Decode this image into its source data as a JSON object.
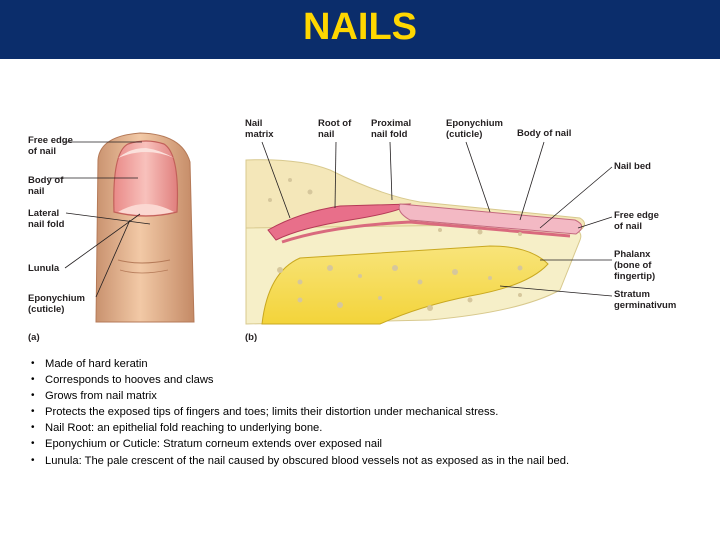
{
  "title": "NAILS",
  "figure": {
    "panel_a": {
      "caption": "(a)",
      "labels": {
        "free_edge": "Free edge\nof nail",
        "body": "Body of\nnail",
        "lateral_fold": "Lateral\nnail fold",
        "lunula": "Lunula",
        "eponychium": "Eponychium\n(cuticle)"
      }
    },
    "panel_b": {
      "caption": "(b)",
      "labels": {
        "nail_matrix": "Nail\nmatrix",
        "root": "Root of\nnail",
        "proximal_fold": "Proximal\nnail fold",
        "eponychium": "Eponychium\n(cuticle)",
        "body": "Body of nail",
        "nail_bed": "Nail bed",
        "free_edge": "Free edge\nof nail",
        "phalanx": "Phalanx\n(bone of\nfingertip)",
        "stratum": "Stratum\ngerminativum"
      }
    }
  },
  "bullets": [
    "Made of hard keratin",
    "Corresponds to hooves and claws",
    "Grows from nail matrix",
    "Protects the exposed tips of fingers and toes; limits their distortion under mechanical stress.",
    "Nail Root: an epithelial fold reaching to underlying bone.",
    "Eponychium or Cuticle: Stratum corneum extends over exposed nail",
    "Lunula: The pale crescent of the nail caused by obscured blood vessels not as exposed as in the nail bed."
  ],
  "bullet_symbol": "•"
}
